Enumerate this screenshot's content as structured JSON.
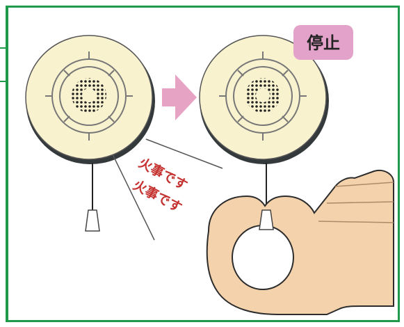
{
  "labels": {
    "stop": "停止",
    "alarm_line_1": "火事です",
    "alarm_line_2": "火事です"
  },
  "colors": {
    "frame": "#1e9a4a",
    "detector_face": "#f8f2cf",
    "detector_rim": "#343a3c",
    "arrow": "#e7a3c4",
    "stop_badge": "#e3a2c9",
    "alarm_text": "#c4312e",
    "hand": "#f3d2ac",
    "hand_outline": "#2c2c2c"
  },
  "icons": {
    "left_detector": "smoke-detector-icon",
    "right_detector": "smoke-detector-icon",
    "arrow": "right-arrow-icon",
    "hand": "hand-pulling-cord-icon"
  }
}
